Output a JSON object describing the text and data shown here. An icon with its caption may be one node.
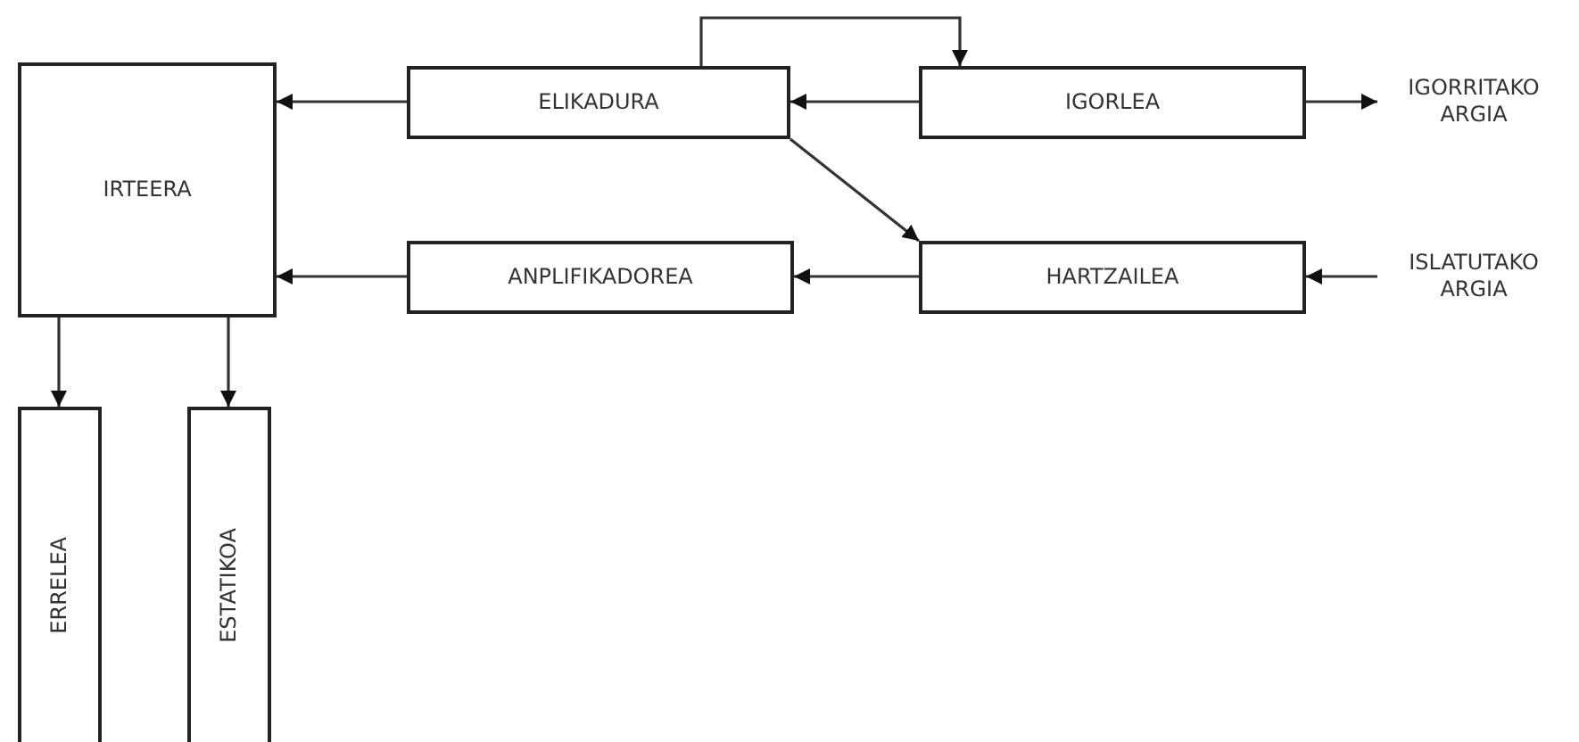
{
  "diagram": {
    "nodes": [
      {
        "text": [
          "IRTEERA"
        ]
      },
      {
        "text": [
          "ELIKADURA"
        ]
      },
      {
        "text": [
          "IGORLEA"
        ]
      },
      {
        "text": [
          "IGORRITAKO ARGIA"
        ]
      },
      {
        "text": [
          "ANPLIFIKADOREA"
        ]
      },
      {
        "text": [
          "HARTZAILEA"
        ]
      },
      {
        "text": [
          "ISLATUTAKO ARGIA"
        ]
      },
      {
        "text": [
          "ERRELEA"
        ]
      },
      {
        "text": [
          "ESTATIKOA"
        ]
      }
    ],
    "edges": [
      {
        "from": 1,
        "to": 0,
        "arrow": "to"
      },
      {
        "from": 2,
        "to": 1,
        "arrow": "to"
      },
      {
        "from": 1,
        "to": 2,
        "arrow": "to"
      },
      {
        "from": 1,
        "to": 5,
        "arrow": "to"
      },
      {
        "from": 2,
        "to": 3,
        "arrow": "to"
      },
      {
        "from": 4,
        "to": 0,
        "arrow": "to"
      },
      {
        "from": 5,
        "to": 4,
        "arrow": "to"
      },
      {
        "from": 6,
        "to": 5,
        "arrow": "to"
      },
      {
        "from": 0,
        "to": 7,
        "arrow": "to"
      },
      {
        "from": 0,
        "to": 8,
        "arrow": "to"
      }
    ]
  }
}
